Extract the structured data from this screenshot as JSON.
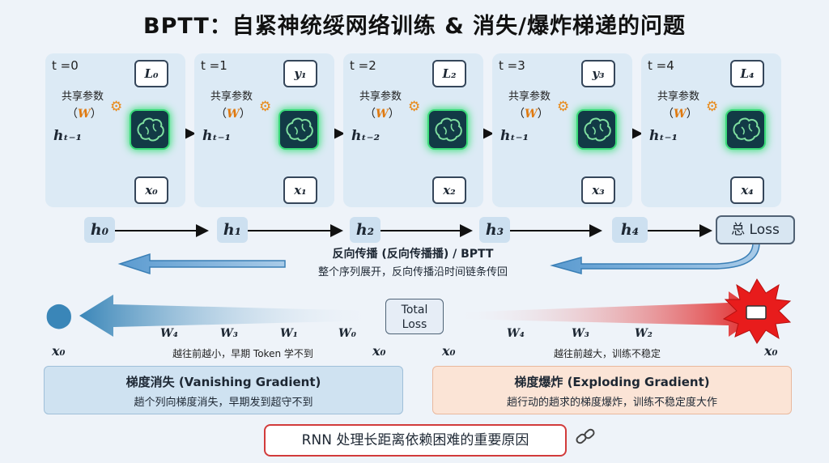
{
  "title": "BPTT：自紧神统绥网络训练 & 消失/爆炸梯递的问题",
  "steps": [
    {
      "t": "t =0",
      "out": "L₀",
      "hin": "hₜ₋₁",
      "in": "x₀"
    },
    {
      "t": "t =1",
      "out": "y₁",
      "hin": "hₜ₋₁",
      "in": "x₁"
    },
    {
      "t": "t =2",
      "out": "L₂",
      "hin": "hₜ₋₂",
      "in": "x₂"
    },
    {
      "t": "t =3",
      "out": "y₃",
      "hin": "hₜ₋₁",
      "in": "x₃"
    },
    {
      "t": "t =4",
      "out": "L₄",
      "hin": "hₜ₋₁",
      "in": "x₄"
    }
  ],
  "shared": {
    "label": "共享参数",
    "param": "W",
    "open": "（",
    "close": "）"
  },
  "hidden": [
    "h₀",
    "h₁",
    "h₂",
    "h₃",
    "h₄"
  ],
  "total_loss_label": "总 Loss",
  "backprop": {
    "title": "反向传播 (反向传播播) / BPTT",
    "sub": "整个序列展开，反向传播沿时间链条传回"
  },
  "vanish": {
    "w": [
      "W₄",
      "W₃",
      "W₁",
      "W₀"
    ],
    "x_left": "x₀",
    "x_right": "x₀",
    "caption": "越往前越小，早期 Token 学不到"
  },
  "center_loss": {
    "line1": "Total",
    "line2": "Loss"
  },
  "explode": {
    "w": [
      "W₄",
      "W₃",
      "W₂"
    ],
    "x_left": "x₀",
    "x_right": "x₀",
    "caption": "越往前越大，训练不稳定"
  },
  "box_vanish": {
    "title": "梯度消失 (Vanishing Gradient)",
    "sub": "趟个列向梯度消失，早期发到超守不到"
  },
  "box_explode": {
    "title": "梯度爆炸 (Exploding Gradient)",
    "sub": "趟行动的趟求的梯度爆炸，训练不稳定度大作"
  },
  "bottom_note": "RNN 处理长距离依赖困难的重要原因",
  "colors": {
    "cell_glow": "#3de07a",
    "accent_orange": "#e07a10",
    "vanish_blue": "#3a86b8",
    "explode_red": "#e02020",
    "note_border": "#d23b3b"
  }
}
